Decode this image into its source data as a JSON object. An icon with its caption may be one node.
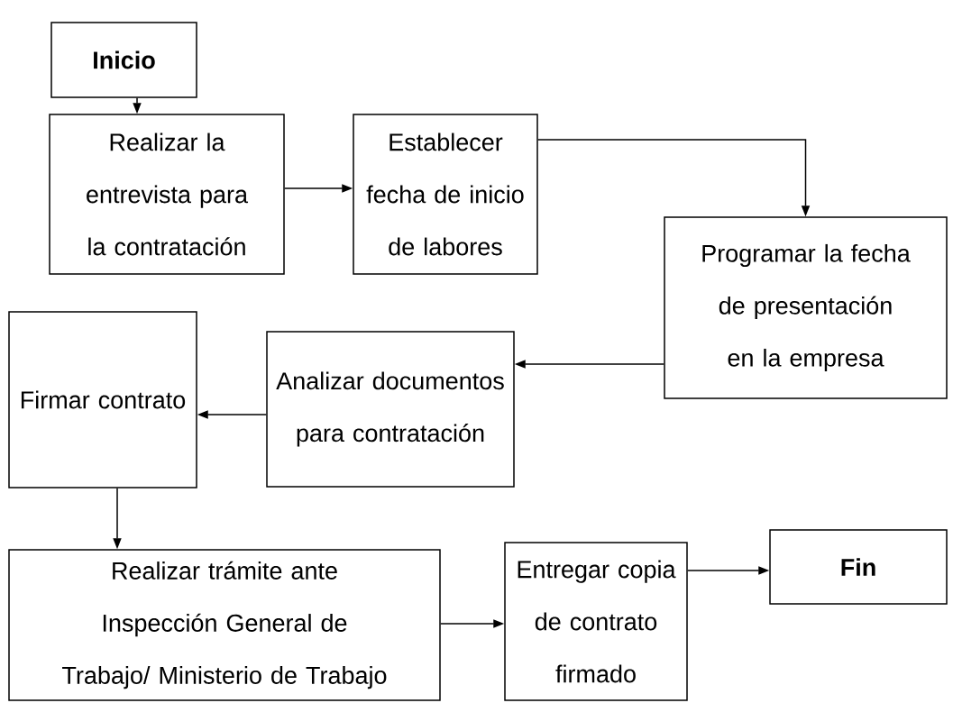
{
  "diagram": {
    "nodes": [
      {
        "text": [
          "Inicio"
        ]
      },
      {
        "text": [
          "Realizar la entrevista para la contratación"
        ]
      },
      {
        "text": [
          "Establecer fecha de inicio de labores"
        ]
      },
      {
        "text": [
          "Programar la fecha de presentación en la empresa"
        ]
      },
      {
        "text": [
          "Analizar documentos para contratación"
        ]
      },
      {
        "text": [
          "Firmar contrato"
        ]
      },
      {
        "text": [
          "Realizar trámite ante Inspección General de Trabajo/ Ministerio de Trabajo"
        ]
      },
      {
        "text": [
          "Entregar copia de contrato firmado"
        ]
      },
      {
        "text": [
          "Fin"
        ]
      }
    ],
    "edges": [
      {
        "from": 0,
        "to": 1,
        "arrow": "to"
      },
      {
        "from": 1,
        "to": 2,
        "arrow": "to"
      },
      {
        "from": 2,
        "to": 3,
        "arrow": "to"
      },
      {
        "from": 3,
        "to": 4,
        "arrow": "to"
      },
      {
        "from": 4,
        "to": 5,
        "arrow": "to"
      },
      {
        "from": 5,
        "to": 6,
        "arrow": "to"
      },
      {
        "from": 6,
        "to": 7,
        "arrow": "to"
      },
      {
        "from": 7,
        "to": 8,
        "arrow": "to"
      }
    ]
  }
}
